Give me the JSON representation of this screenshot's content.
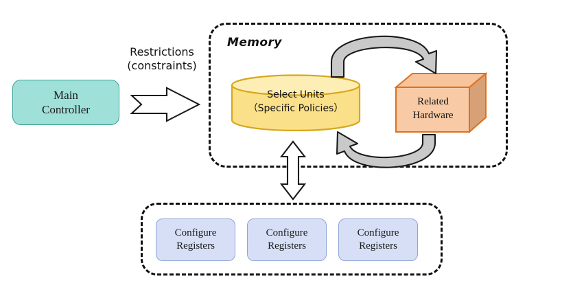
{
  "diagram": {
    "title": "Main Controller / Memory / Configure Registers block diagram",
    "background": "#ffffff"
  },
  "main_controller": {
    "line1": "Main",
    "line2": "Controller",
    "fill": "#9FE0D8",
    "stroke": "#3AA396"
  },
  "restrictions": {
    "line1": "Restrictions",
    "line2": "(constraints)",
    "arrow_icon": "block-arrow-right"
  },
  "memory": {
    "label": "Memory",
    "border_style": "dashed",
    "border_color": "#111111",
    "select_units": {
      "line1": "Select Units",
      "line2": "（Specific Policies）",
      "fill": "#FBE08A",
      "fill_top": "#FDEEB6",
      "stroke": "#D6A81E",
      "shape": "cylinder"
    },
    "related_hardware": {
      "line1": "Related",
      "line2": "Hardware",
      "fill_front": "#F8CBA6",
      "fill_top": "#F7C49B",
      "fill_side": "#D8A077",
      "stroke": "#E0701A",
      "shape": "cube-3d"
    },
    "cycle_arrows": [
      {
        "name": "curved-arrow-units-to-hardware",
        "direction": "left-to-right",
        "fill": "#C9C9C9",
        "stroke": "#1a1a1a"
      },
      {
        "name": "curved-arrow-hardware-to-units",
        "direction": "right-to-left",
        "fill": "#C9C9C9",
        "stroke": "#1a1a1a"
      }
    ]
  },
  "link_arrow": {
    "icon": "double-headed-block-arrow-vertical",
    "fill": "#ffffff",
    "stroke": "#1a1a1a"
  },
  "registers": {
    "border_style": "dashed",
    "border_color": "#111111",
    "items": [
      {
        "line1": "Configure",
        "line2": "Registers"
      },
      {
        "line1": "Configure",
        "line2": "Registers"
      },
      {
        "line1": "Configure",
        "line2": "Registers"
      }
    ],
    "fill": "#D6DFF5",
    "stroke": "#8FA5D4"
  }
}
